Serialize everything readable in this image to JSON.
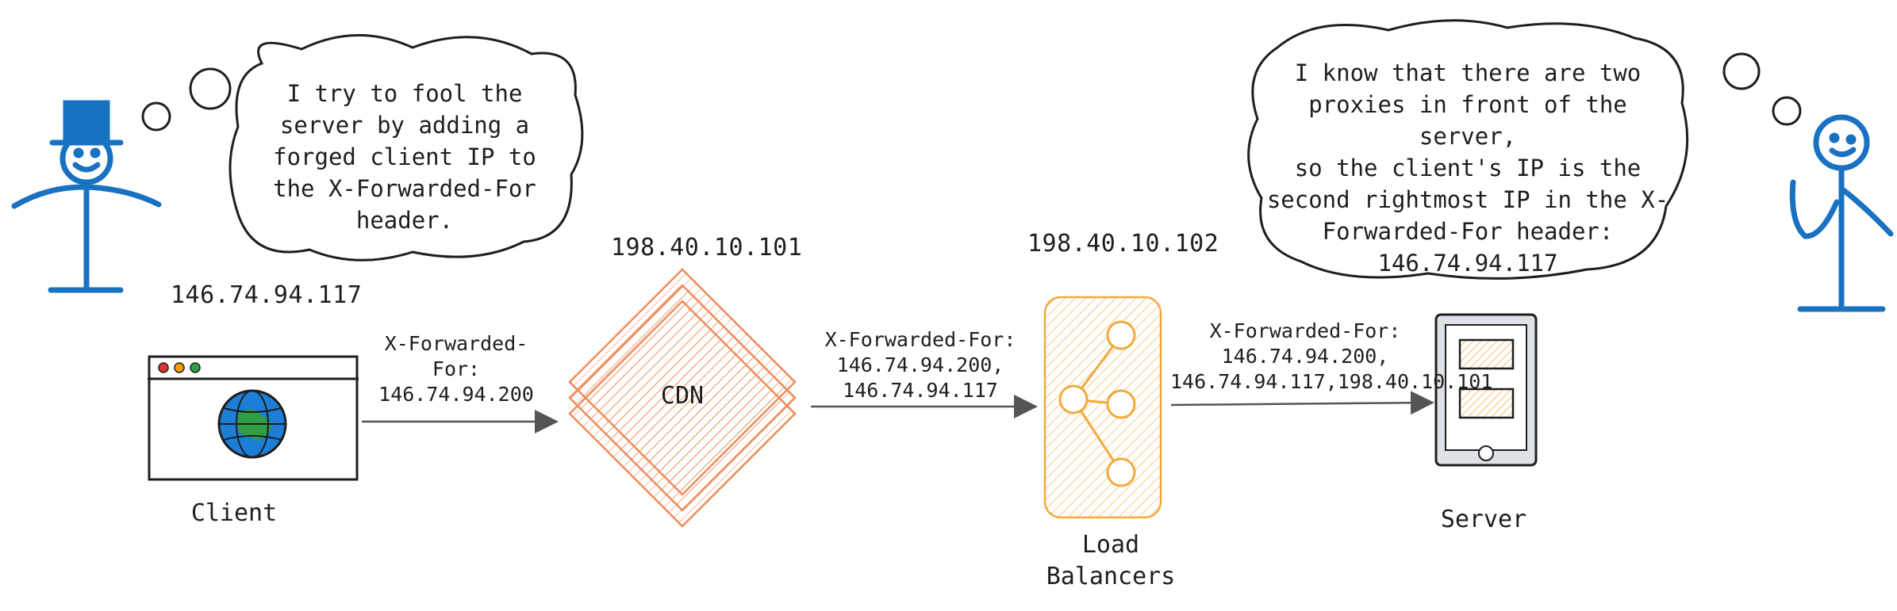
{
  "colors": {
    "ink": "#1e1e1e",
    "stickman": "#1971c2",
    "cdn": "#f08c5a",
    "load_balancer": "#f4a93a",
    "arrow": "#555555",
    "globe_ocean": "#1c7ed6",
    "globe_land": "#2f9e44",
    "server_body": "#e9ecef",
    "server_slot": "#ffd43b"
  },
  "icons": {
    "attacker": "stickman-top-hat-icon",
    "defender": "stickman-thinking-icon",
    "client": "browser-window-globe-icon",
    "cdn": "stacked-diamond-icon",
    "load_balancer": "branching-network-icon",
    "server": "server-device-icon"
  },
  "client": {
    "ip": "146.74.94.117",
    "label": "Client"
  },
  "cdn": {
    "ip": "198.40.10.101",
    "label": "CDN"
  },
  "load_balancer": {
    "ip": "198.40.10.102",
    "label": "Load\nBalancers"
  },
  "server": {
    "label": "Server"
  },
  "hop1": {
    "header": "X-Forwarded-For:\n146.74.94.200"
  },
  "hop2": {
    "header": "X-Forwarded-For:\n146.74.94.200,\n146.74.94.117"
  },
  "hop3": {
    "header": "X-Forwarded-For:\n146.74.94.200,\n146.74.94.117,198.40.10.101"
  },
  "attacker_thought": "I try to fool the\nserver by adding a\nforged client IP to\nthe X-Forwarded-For\nheader.",
  "server_thought": "I know that there are two\nproxies in front of the server,\nso the client's IP is the\nsecond rightmost IP in the X-\nForwarded-For header:\n146.74.94.117"
}
